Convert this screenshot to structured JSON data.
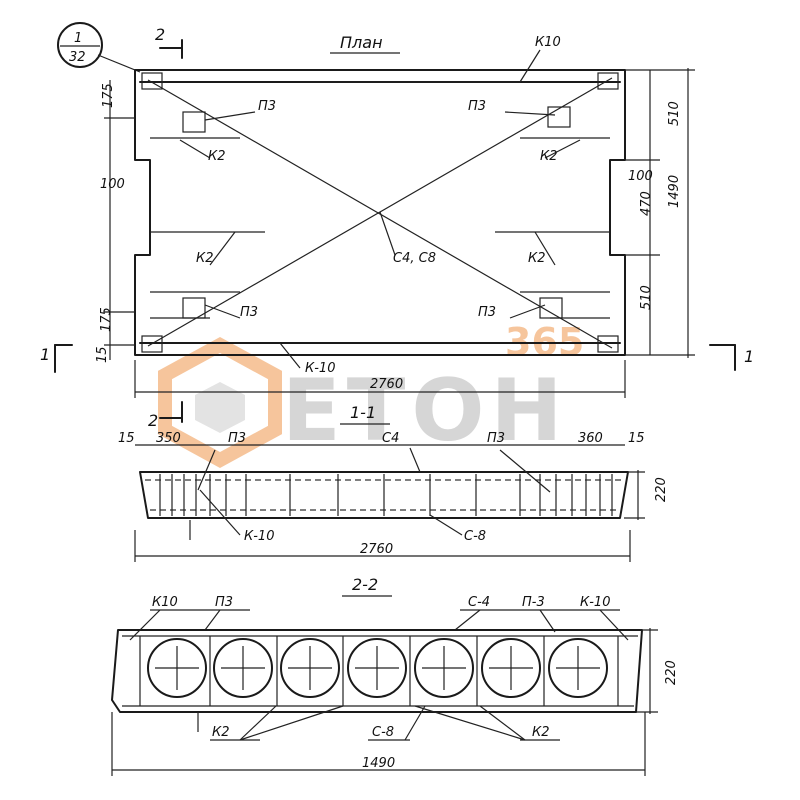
{
  "plan": {
    "title": "План",
    "section_marker_number": "1",
    "section_marker_sheet": "32",
    "cut_2_label": "2",
    "cut_1_label": "1",
    "k10_top": "К10",
    "k10_bottom": "К-10",
    "p3_tl": "П3",
    "p3_tr": "П3",
    "p3_bl": "П3",
    "p3_br": "П3",
    "k2_tl": "К2",
    "k2_tr": "К2",
    "k2_ml": "К2",
    "k2_mr": "К2",
    "center_label": "С4, С8",
    "dim_175_top": "175",
    "dim_100_left": "100",
    "dim_175_bottom": "175",
    "dim_15": "15",
    "dim_510_top": "510",
    "dim_100_right": "100",
    "dim_470": "470",
    "dim_510_bottom": "510",
    "dim_1490_right": "1490",
    "dim_2760": "2760"
  },
  "section_1": {
    "title": "1-1",
    "cut_2_label": "2",
    "dim_15_left": "15",
    "dim_350_left": "350",
    "dim_360_right": "360",
    "dim_15_right": "15",
    "dim_220": "220",
    "dim_2760": "2760",
    "p3_left": "П3",
    "p3_right": "П3",
    "c4": "С4",
    "k10": "К-10",
    "c8": "С-8"
  },
  "section_2": {
    "title": "2-2",
    "k10_left": "К10",
    "p3_left": "П3",
    "c4": "С-4",
    "p3_right": "П-3",
    "k10_right": "К-10",
    "dim_220": "220",
    "k2_left": "К2",
    "c8": "С-8",
    "k2_right": "К2",
    "dim_1490": "1490"
  },
  "watermark": {
    "number": "365",
    "word": "ЕТОН"
  },
  "colors": {
    "ink": "#1a1a1a",
    "watermark_orange": "#f3b27c",
    "watermark_gray": "#c9c9c9"
  }
}
